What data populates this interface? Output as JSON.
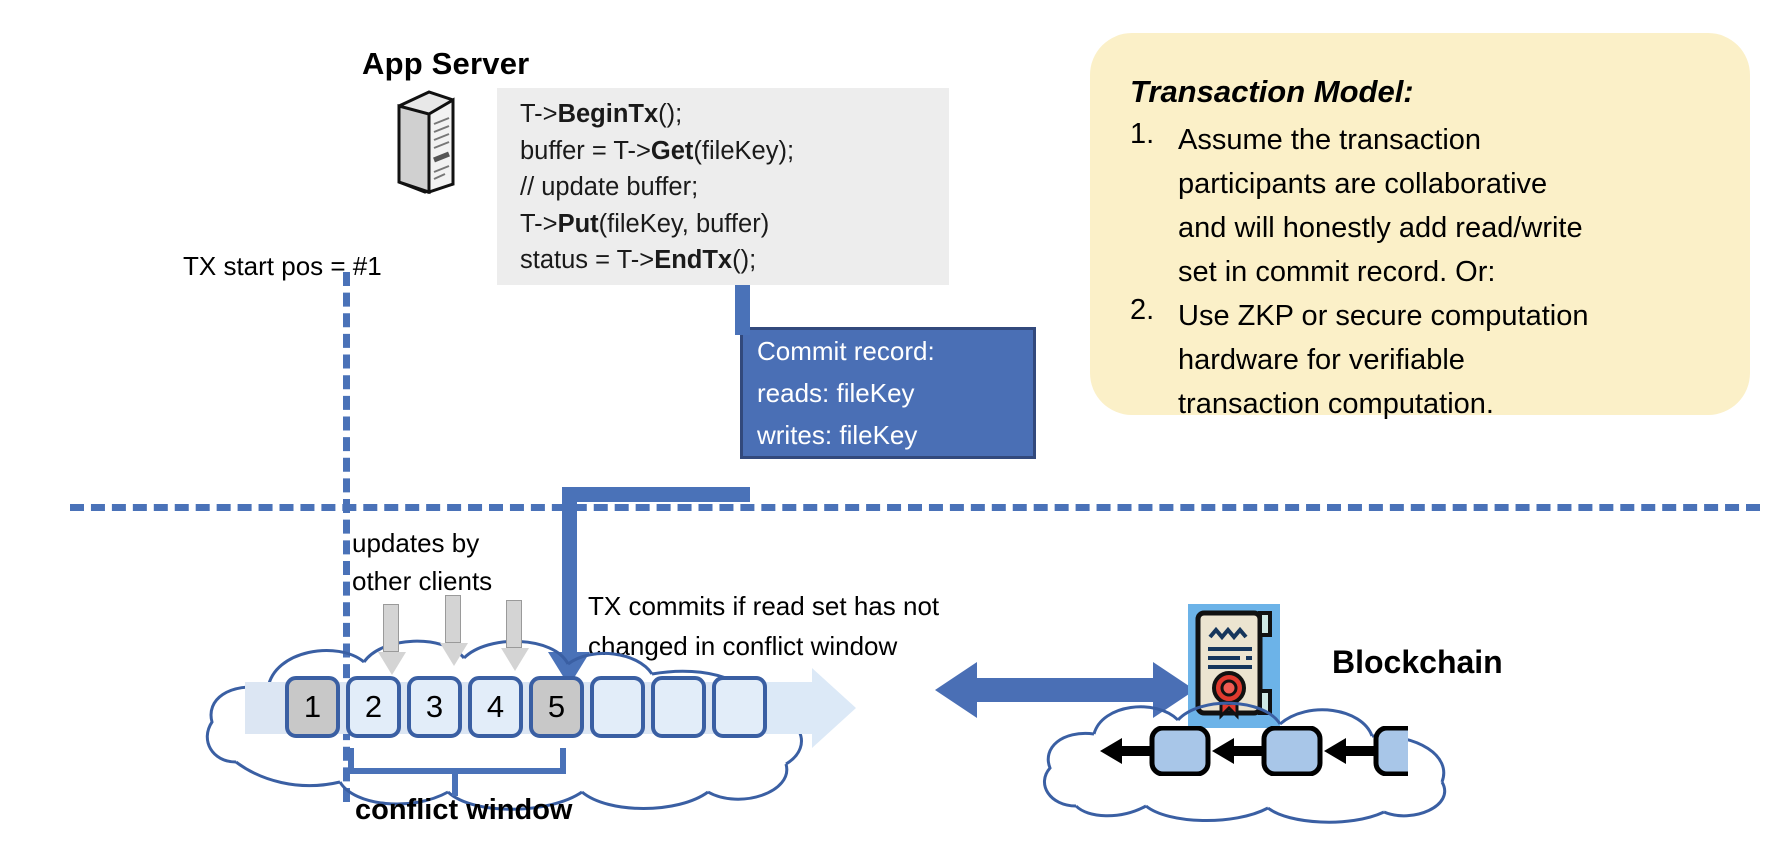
{
  "diagram": {
    "app_server": {
      "title": "App Server",
      "icon": "server-tower-icon",
      "code_lines": [
        {
          "pre": "T->",
          "bold": "BeginTx",
          "post": "();"
        },
        {
          "pre": "buffer = T->",
          "bold": "Get",
          "post": "(fileKey);"
        },
        {
          "pre": "// update buffer;",
          "bold": "",
          "post": ""
        },
        {
          "pre": "T->",
          "bold": "Put",
          "post": "(fileKey, buffer)"
        },
        {
          "pre": "status = T->",
          "bold": "EndTx",
          "post": "();"
        }
      ]
    },
    "tx_start_label": "TX start pos = #1",
    "commit_record": {
      "title": "Commit record:",
      "reads": "reads: fileKey",
      "writes": "writes: fileKey"
    },
    "captions": {
      "updates": [
        "updates by",
        "other clients"
      ],
      "commits": [
        "TX commits if read set has not",
        "changed in conflict window"
      ],
      "conflict_window": "conflict window"
    },
    "log": {
      "slots": [
        {
          "label": "1",
          "state": "filled"
        },
        {
          "label": "2",
          "state": "normal"
        },
        {
          "label": "3",
          "state": "normal"
        },
        {
          "label": "4",
          "state": "normal"
        },
        {
          "label": "5",
          "state": "filled"
        },
        {
          "label": "",
          "state": "empty"
        },
        {
          "label": "",
          "state": "empty"
        },
        {
          "label": "",
          "state": "empty"
        }
      ]
    },
    "transaction_model": {
      "title": "Transaction Model:",
      "items": [
        {
          "num": "1.",
          "lines": [
            "Assume the transaction",
            "participants are collaborative",
            "and will honestly add read/write",
            "set in commit record.  Or:"
          ]
        },
        {
          "num": "2.",
          "lines": [
            "Use ZKP or secure computation",
            "hardware for verifiable",
            "transaction computation."
          ]
        }
      ]
    },
    "blockchain": {
      "label": "Blockchain",
      "cert_icon": "certificate-icon",
      "blocks": [
        "block-1",
        "block-2",
        "block-3"
      ]
    },
    "colors": {
      "accent_blue": "#4a72b8",
      "commit_box": "#4a6fb5",
      "callout_bg": "#fbf0c8",
      "code_bg": "#ededed",
      "slot_fill": "#e2edf9",
      "slot_filled": "#c8c8c8"
    }
  }
}
